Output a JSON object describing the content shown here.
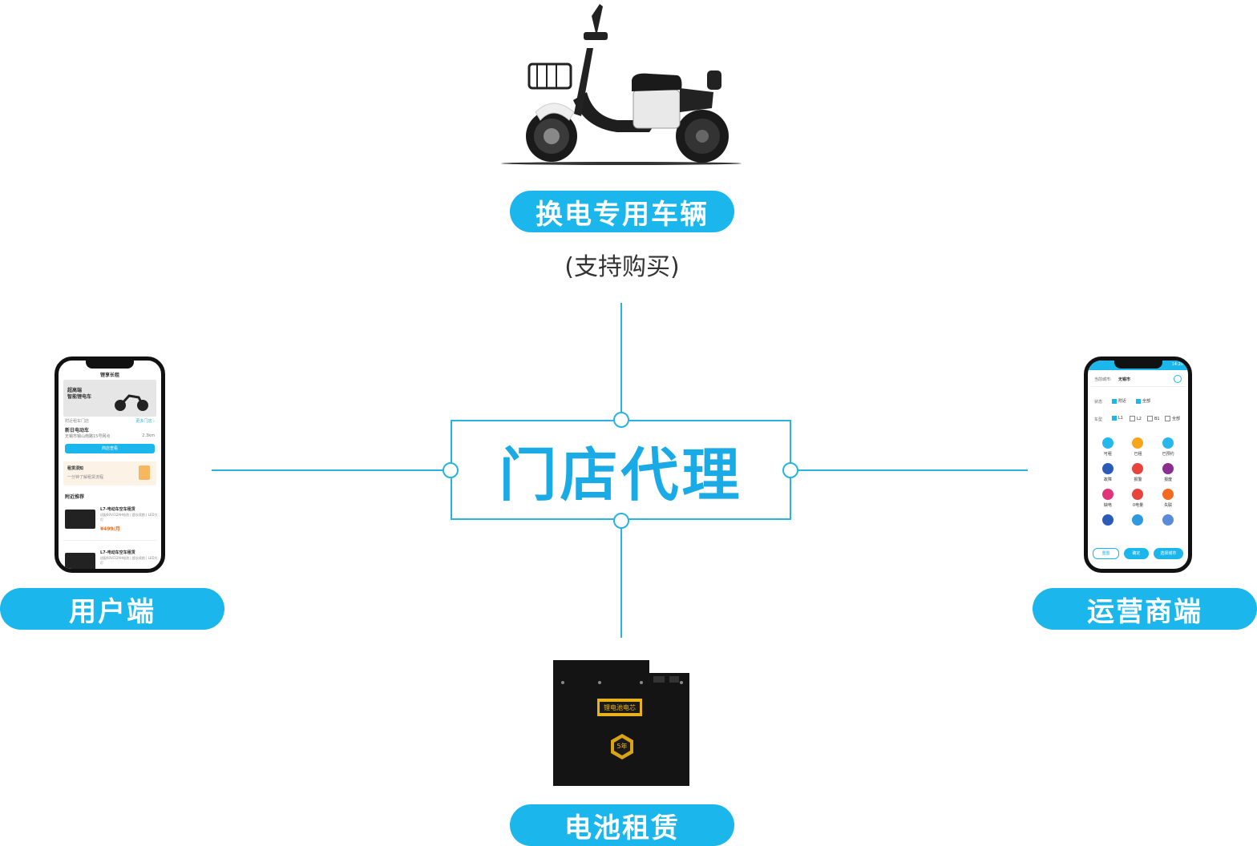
{
  "center": {
    "title": "门店代理"
  },
  "nodes": {
    "vehicle": {
      "label": "换电专用车辆",
      "sub": "(支持购买)"
    },
    "battery": {
      "label": "电池租赁"
    },
    "user": {
      "label": "用户端"
    },
    "operator": {
      "label": "运营商端"
    }
  },
  "user_app": {
    "title": "锂享长租",
    "banner_line1": "超高端",
    "banner_line2": "智能锂电车",
    "section_nearby_store": "附近租车门店",
    "more_stores": "更多门店 ›",
    "store_name": "新日电动车",
    "store_address": "无锡市锡山南路15号网点",
    "store_distance": "2.3km",
    "store_button": "商店查看",
    "notice_title": "租赁须知",
    "notice_text": "一分钟了解租赁流程",
    "section_recommend": "附近推荐",
    "products": [
      {
        "name": "L7-电动车空车租赁",
        "desc": "适配60V/32AH电池 | 超长续航 | LED大灯",
        "price": "¥499/月"
      },
      {
        "name": "L7-电动车空车租赁",
        "desc": "适配60V/32AH电池 | 超长续航 | LED大灯",
        "price": ""
      }
    ]
  },
  "operator_app": {
    "status_time": "14:20",
    "city_label": "当前城市:",
    "city_value": "无锡市",
    "status_label": "状态",
    "status_opts": [
      "附近",
      "全部"
    ],
    "model_label": "车型",
    "model_opts": [
      "L1",
      "L2",
      "B1",
      "全部"
    ],
    "grid": [
      {
        "label": "可租",
        "color": "#26b8ec"
      },
      {
        "label": "已租",
        "color": "#f7a51c"
      },
      {
        "label": "已预约",
        "color": "#26b8ec"
      },
      {
        "label": "故障",
        "color": "#2a5bb8"
      },
      {
        "label": "报警",
        "color": "#e8433d"
      },
      {
        "label": "报废",
        "color": "#8b2f8e"
      },
      {
        "label": "缺电",
        "color": "#e0347a"
      },
      {
        "label": "0电量",
        "color": "#e8433d"
      },
      {
        "label": "失联",
        "color": "#f26b21"
      },
      {
        "label": "",
        "color": "#2a5bb8"
      },
      {
        "label": "",
        "color": "#2f9ae0"
      },
      {
        "label": "",
        "color": "#5b8bd8"
      }
    ],
    "buttons": [
      "重置",
      "确定",
      "选择城市"
    ]
  },
  "battery_product": {
    "label_text": "锂电池电芯",
    "badge": "5年"
  },
  "colors": {
    "accent": "#1bb6ec",
    "line": "#29b3e3",
    "title": "#1aabe6"
  }
}
